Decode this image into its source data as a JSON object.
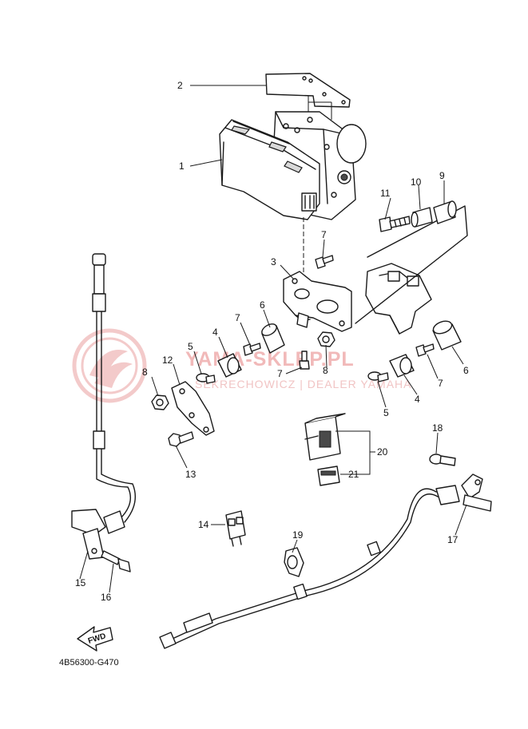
{
  "watermark": {
    "brand": "YAMA-SKLEP.PL",
    "subtitle": "SEKRECHOWICZ | DEALER YAMAHA",
    "color": "#f1b9b9"
  },
  "callouts": {
    "c1": "1",
    "c2": "2",
    "c3": "3",
    "c4a": "4",
    "c4b": "4",
    "c5a": "5",
    "c5b": "5",
    "c6a": "6",
    "c6b": "6",
    "c7a": "7",
    "c7b": "7",
    "c7c": "7",
    "c7d": "7",
    "c8a": "8",
    "c8b": "8",
    "c9": "9",
    "c10": "10",
    "c11": "11",
    "c12": "12",
    "c13": "13",
    "c14": "14",
    "c15": "15",
    "c16": "16",
    "c17": "17",
    "c18": "18",
    "c19": "19",
    "c20": "20",
    "c21": "21"
  },
  "fwd_label": "FWD",
  "diagram_code": "4B56300-G470"
}
